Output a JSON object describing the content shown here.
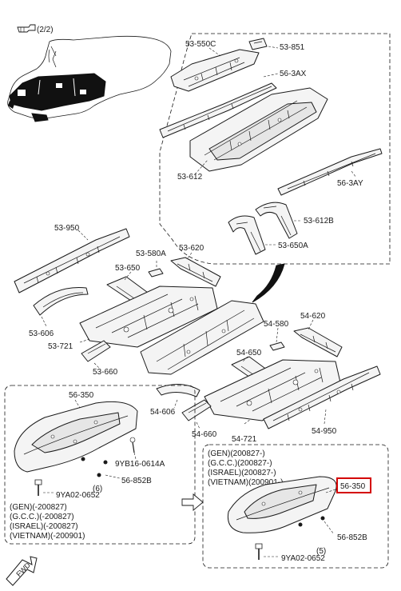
{
  "page_ref": "(2/2)",
  "labels": {
    "l_53_550c": "53-550C",
    "l_53_851": "53-851",
    "l_56_3ax": "56-3AX",
    "l_53_612": "53-612",
    "l_56_3ay": "56-3AY",
    "l_53_612b": "53-612B",
    "l_53_650a": "53-650A",
    "l_53_950": "53-950",
    "l_53_620": "53-620",
    "l_53_580a": "53-580A",
    "l_53_650": "53-650",
    "l_53_606": "53-606",
    "l_53_721": "53-721",
    "l_53_660": "53-660",
    "l_54_580": "54-580",
    "l_54_620": "54-620",
    "l_54_650": "54-650",
    "l_54_606": "54-606",
    "l_54_660": "54-660",
    "l_54_721": "54-721",
    "l_54_950": "54-950",
    "l_56_350_a": "56-350",
    "l_9yb16": "9YB16-0614A",
    "l_56_852b_a": "56-852B",
    "l_qty6": "(6)",
    "l_9ya02_a": "9YA02-0652",
    "l_56_350_b": "56-350",
    "l_56_852b_b": "56-852B",
    "l_qty5": "(5)",
    "l_9ya02_b": "9YA02-0652"
  },
  "apply_left": [
    "(GEN)(-200827)",
    "(G.C.C.)(-200827)",
    "(ISRAEL)(-200827)",
    "(VIETNAM)(-200901)"
  ],
  "apply_right": [
    "(GEN)(200827-)",
    "(G.C.C.)(200827-)",
    "(ISRAEL)(200827-)",
    "(VIETNAM)(200901-)"
  ],
  "fwd_label": "FWD",
  "highlight_color": "#d40000"
}
